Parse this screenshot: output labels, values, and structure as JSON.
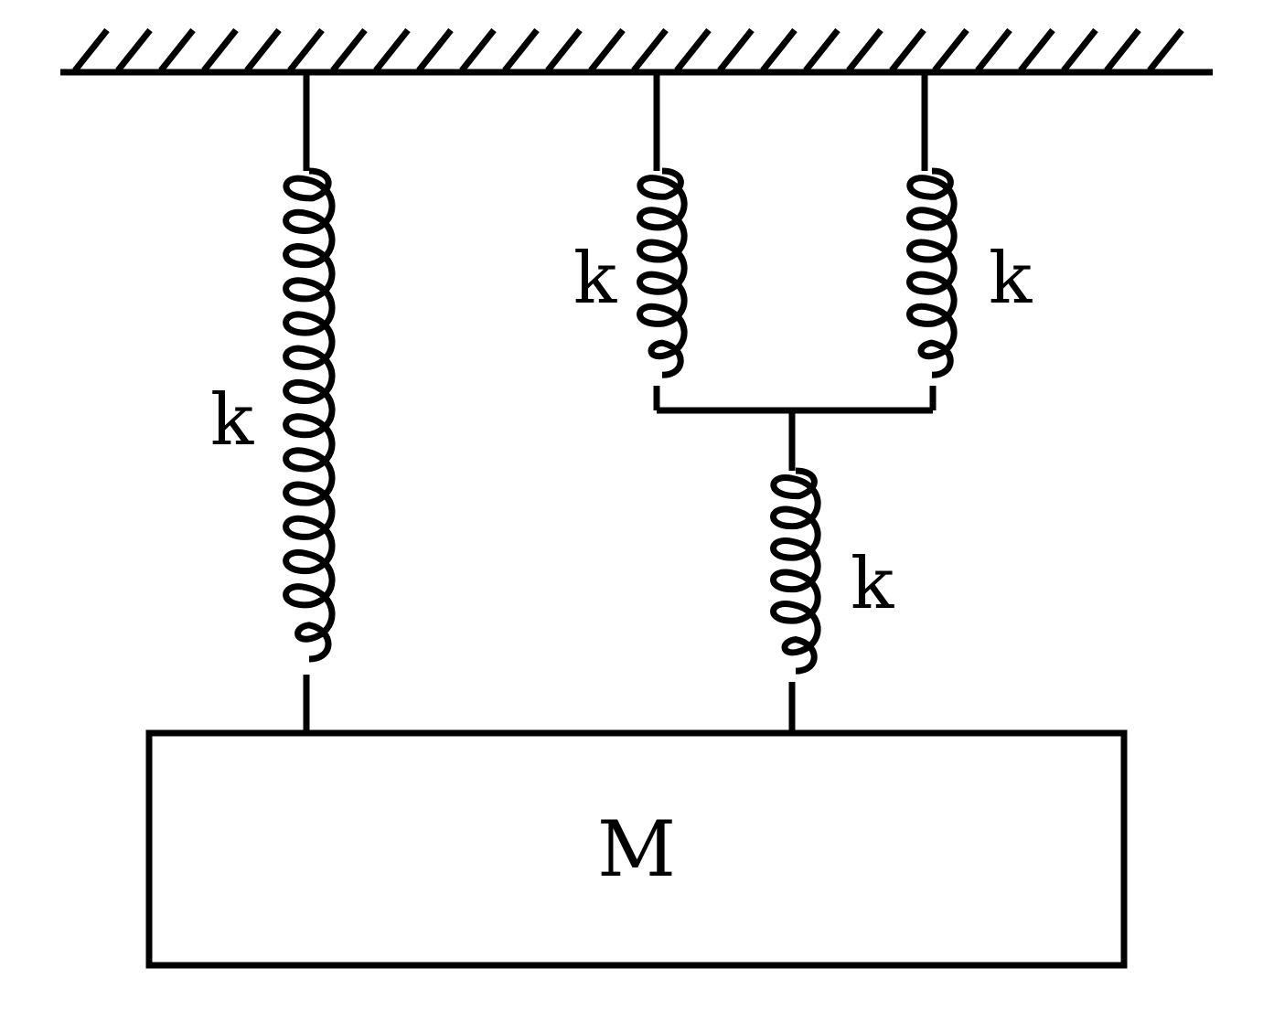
{
  "labels": {
    "spring_left": "k",
    "spring_top_middle": "k",
    "spring_top_right": "k",
    "spring_bottom_middle": "k",
    "mass": "M"
  },
  "colors": {
    "ink": "#000000",
    "background": "#ffffff"
  }
}
